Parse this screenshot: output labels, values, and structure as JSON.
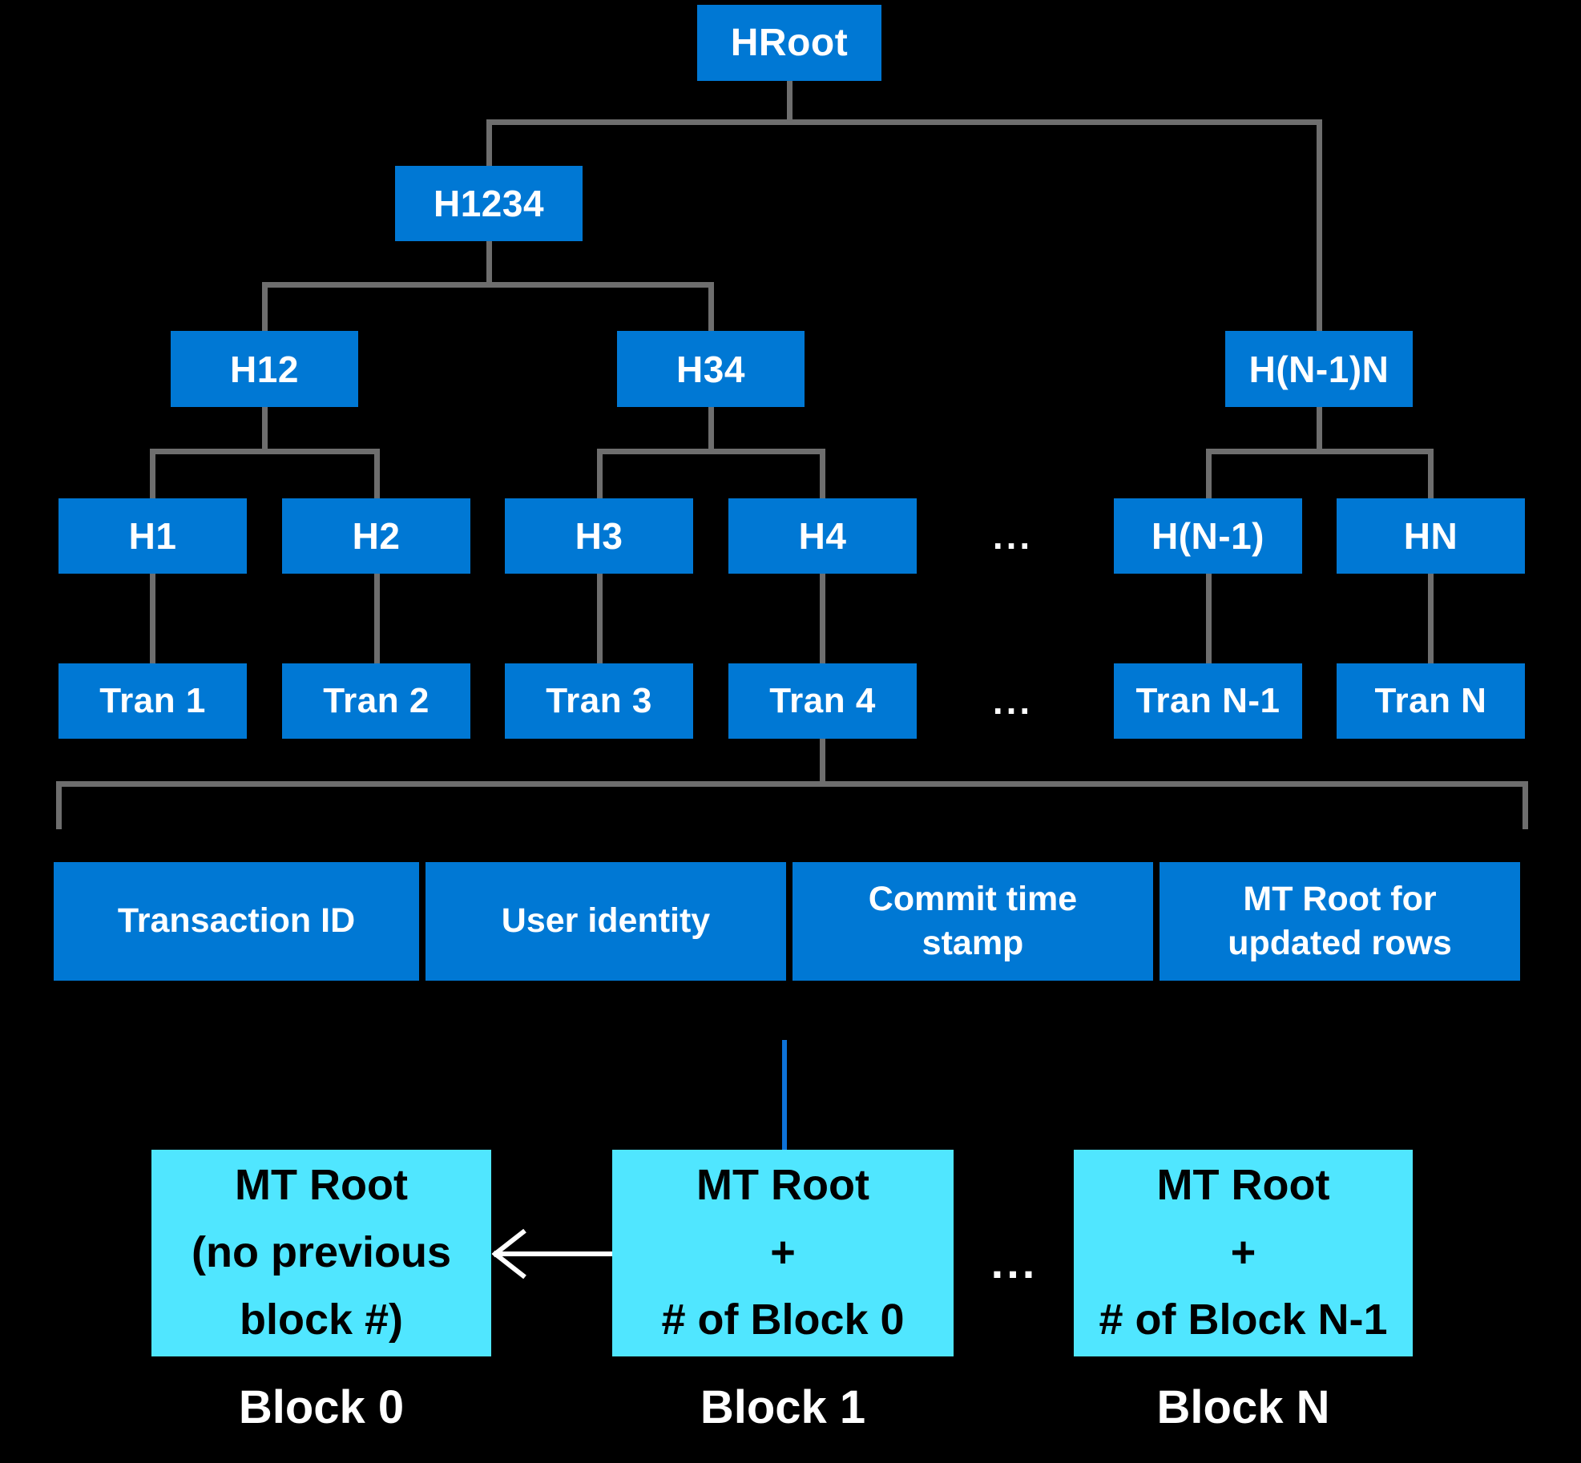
{
  "palette": {
    "background": "#000000",
    "node_blue": "#0078D4",
    "block_cyan": "#50E6FF",
    "connector_gray": "#6E6E6E",
    "link_blue": "#0D72D8",
    "arrow_white": "#FFFFFF",
    "node_text": "#FFFFFF",
    "block_text": "#000000"
  },
  "tree": {
    "root": "HRoot",
    "l1": "H1234",
    "l2": [
      "H12",
      "H34",
      "H(N-1)N"
    ],
    "l3": [
      "H1",
      "H2",
      "H3",
      "H4",
      "H(N-1)",
      "HN"
    ],
    "l4": [
      "Tran 1",
      "Tran 2",
      "Tran 3",
      "Tran 4",
      "Tran N-1",
      "Tran N"
    ],
    "ellipsis": "..."
  },
  "record": {
    "fields": [
      "Transaction ID",
      "User identity",
      "Commit time stamp",
      "MT Root for updated rows"
    ]
  },
  "blocks": [
    {
      "lines": [
        "MT Root",
        "(no previous",
        "block #)"
      ],
      "caption": "Block 0"
    },
    {
      "lines": [
        "MT Root",
        "+",
        "# of Block 0"
      ],
      "caption": "Block 1"
    },
    {
      "lines": [
        "MT Root",
        "+",
        "# of Block N-1"
      ],
      "caption": "Block N"
    }
  ]
}
